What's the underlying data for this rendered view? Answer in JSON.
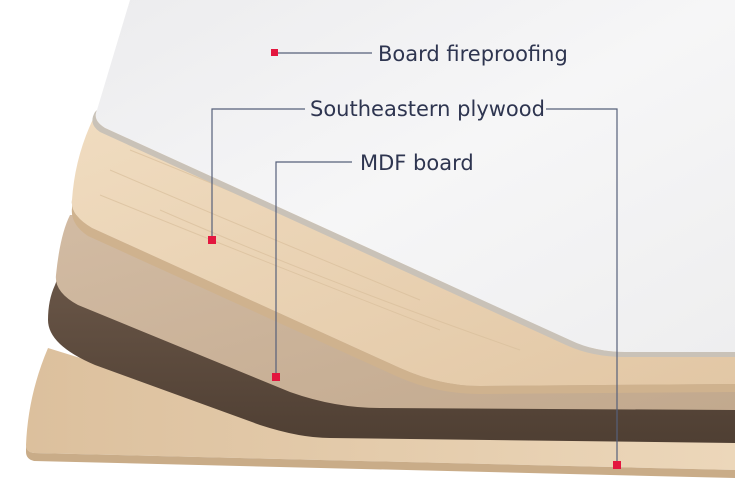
{
  "labels": {
    "fireproofing": "Board fireproofing",
    "plywood": "Southeastern plywood",
    "mdf": "MDF board"
  },
  "colors": {
    "marker": "#e3173f",
    "leader_line": "#56607a",
    "text": "#2e3550",
    "white_laminate": "#f3f3f4",
    "wood_veneer": "#e8d2b4",
    "mdf_surface": "#cbb39a",
    "mdf_core": "#5e4c3f",
    "bottom_veneer": "#e6cfaf"
  }
}
